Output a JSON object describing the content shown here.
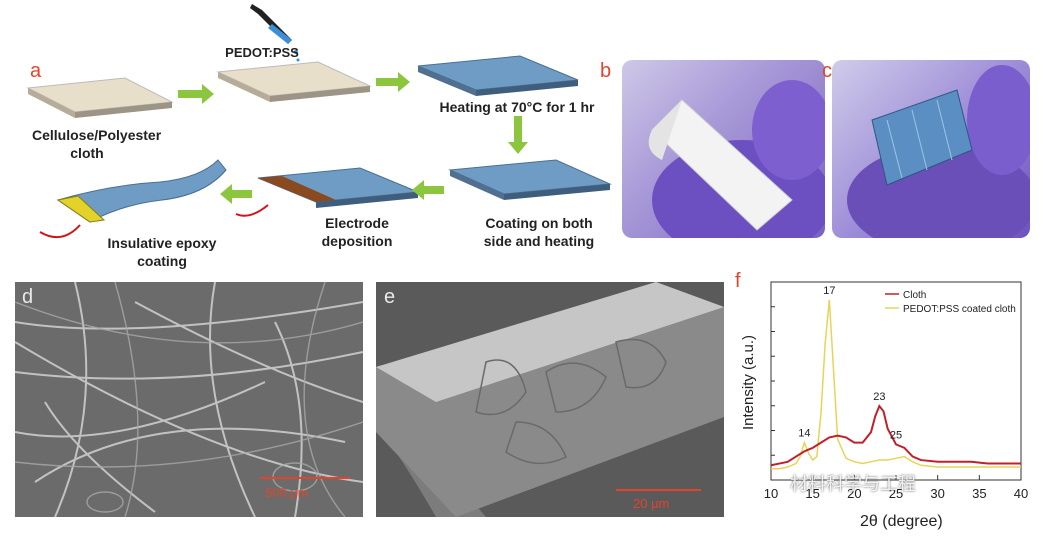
{
  "panels": {
    "a": "a",
    "b": "b",
    "c": "c",
    "d": "d",
    "e": "e",
    "f": "f"
  },
  "schematic": {
    "reagent": "PEDOT:PSS",
    "step_cloth": "Cellulose/Polyester cloth",
    "step_heating": "Heating at 70°C for 1 hr",
    "step_coating": "Coating on both side and heating",
    "step_electrode": "Electrode deposition",
    "step_epoxy": "Insulative epoxy coating"
  },
  "sem": {
    "d_scale": "500 μm",
    "e_scale": "20 μm"
  },
  "watermark": "材料科学与工程",
  "colors": {
    "panel_letter": "#e0452b",
    "cloth": "#e5dcc8",
    "coated": "#6f9cc4",
    "arrow": "#8cc63f",
    "glove": "#6a4fb0",
    "series_cloth": "#c0202a",
    "series_coated": "#e8d35a"
  },
  "chart_data": {
    "type": "line",
    "xlabel": "2θ (degree)",
    "ylabel": "Intensity (a.u.)",
    "xlim": [
      10,
      40
    ],
    "x_ticks": [
      10,
      15,
      20,
      25,
      30,
      35,
      40
    ],
    "legend_position": "top-right",
    "series": [
      {
        "name": "Cloth",
        "x": [
          10,
          11,
          12,
          13,
          14,
          14.5,
          15,
          16,
          17,
          18,
          19,
          20,
          21,
          22,
          22.5,
          23,
          23.5,
          24,
          25,
          26,
          27,
          28,
          30,
          32,
          34,
          36,
          38,
          40
        ],
        "y": [
          0.05,
          0.06,
          0.07,
          0.1,
          0.13,
          0.14,
          0.15,
          0.18,
          0.21,
          0.22,
          0.21,
          0.18,
          0.18,
          0.24,
          0.33,
          0.39,
          0.36,
          0.26,
          0.17,
          0.15,
          0.1,
          0.08,
          0.07,
          0.07,
          0.07,
          0.06,
          0.06,
          0.06
        ]
      },
      {
        "name": "PEDOT:PSS coated cloth",
        "x": [
          10,
          11,
          12,
          13,
          13.5,
          14,
          14.5,
          15,
          15.5,
          16,
          16.5,
          17,
          17.5,
          18,
          19,
          20,
          21,
          22,
          23,
          24,
          25,
          26,
          27,
          28,
          30,
          32,
          34,
          36,
          38,
          40
        ],
        "y": [
          0.03,
          0.03,
          0.04,
          0.06,
          0.1,
          0.18,
          0.12,
          0.08,
          0.1,
          0.35,
          0.75,
          1.0,
          0.6,
          0.2,
          0.09,
          0.07,
          0.06,
          0.07,
          0.08,
          0.08,
          0.09,
          0.1,
          0.07,
          0.05,
          0.04,
          0.04,
          0.04,
          0.04,
          0.04,
          0.04
        ]
      }
    ],
    "annotations": [
      {
        "text": "17",
        "x": 17,
        "y": 1.0
      },
      {
        "text": "14",
        "x": 14,
        "y": 0.18
      },
      {
        "text": "23",
        "x": 23,
        "y": 0.39
      },
      {
        "text": "25",
        "x": 25,
        "y": 0.17
      }
    ]
  }
}
